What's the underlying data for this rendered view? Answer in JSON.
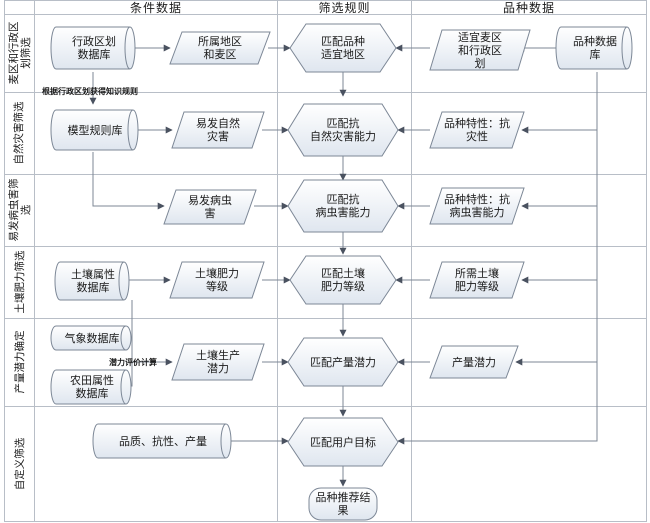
{
  "columns": {
    "conditions": "条件数据",
    "rules": "筛选规则",
    "variety": "品种数据"
  },
  "lanes": {
    "region": "麦区和行政区\n划筛选",
    "natural_disaster": "自然灾害筛选",
    "pest": "易发病虫害筛\n选",
    "soil": "土壤肥力筛选",
    "yield": "产量潜力确定",
    "custom": "自定义筛选"
  },
  "nodes": {
    "admin_db": "行政区划\n数据库",
    "area_region": "所属地区\n和麦区",
    "match_region": "匹配品种\n适宜地区",
    "suit_region": "适宜麦区\n和行政区\n划",
    "variety_db": "品种数据\n库",
    "model_db": "模型规则库",
    "prone_disaster": "易发自然\n灾害",
    "match_disaster": "匹配抗\n自然灾害能力",
    "variety_disaster": "品种特性：抗\n灾性",
    "prone_pest": "易发病虫\n害",
    "match_pest": "匹配抗\n病虫害能力",
    "variety_pest": "品种特性：抗\n病虫害能力",
    "soil_db": "土壤属性\n数据库",
    "soil_grade": "土壤肥力\n等级",
    "match_soil": "匹配土壤\n肥力等级",
    "need_soil": "所需土壤\n肥力等级",
    "weather_db": "气象数据库",
    "farm_db": "农田属性\n数据库",
    "soil_yield": "土壤生产\n潜力",
    "match_yield": "匹配产量潜力",
    "yield_pot": "产量潜力",
    "quality_input": "品质、抗性、产量",
    "match_user": "匹配用户目标",
    "result": "品种推荐结\n果"
  },
  "notes": {
    "rule_by_admin": "根据行政区划获得知识规则",
    "potential_calc": "潜力评价计算"
  },
  "colors": {
    "shape_fill_top": "#ffffff",
    "shape_fill_bottom": "#dfe6ef",
    "shape_stroke": "#7c8796",
    "line": "#7d8794",
    "arrow": "#4a5260",
    "grid": "#b8bec7"
  }
}
